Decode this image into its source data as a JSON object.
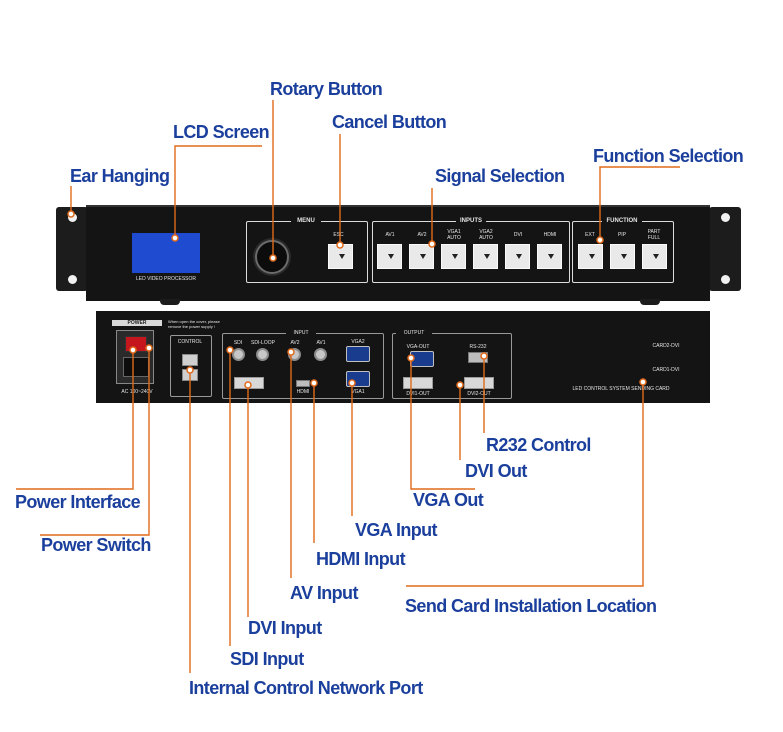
{
  "callouts": {
    "rotary_button": "Rotary Button",
    "lcd_screen": "LCD Screen",
    "cancel_button": "Cancel Button",
    "ear_hanging": "Ear Hanging",
    "signal_selection": "Signal Selection",
    "function_selection": "Function Selection",
    "r232_control": "R232 Control",
    "dvi_out": "DVI Out",
    "vga_out": "VGA Out",
    "power_interface": "Power Interface",
    "vga_input": "VGA Input",
    "power_switch": "Power Switch",
    "hdmi_input": "HDMI Input",
    "av_input": "AV Input",
    "send_card_location": "Send Card Installation Location",
    "dvi_input": "DVI Input",
    "sdi_input": "SDI Input",
    "internal_network_port": "Internal Control Network Port"
  },
  "front_panel": {
    "lcd_caption": "LED VIDEO PROCESSOR",
    "menu_label": "MENU",
    "esc_label": "ESC",
    "inputs_label": "INPUTS",
    "function_label": "FUNCTION",
    "input_keys": [
      "AV1",
      "AV2",
      "VGA1\nAUTO",
      "VGA2\nAUTO",
      "DVI",
      "HDMI"
    ],
    "function_keys": [
      "EXT",
      "PIP",
      "PART\nFULL"
    ]
  },
  "rear_panel": {
    "power_label": "POWER",
    "power_warning": "When open the cover, please remove the power supply !",
    "ac_label": "AC 100~240V",
    "control_label": "CONTROL",
    "input_label": "INPUT",
    "sdi_label": "SDI",
    "sdi_loop_label": "SDI-LOOP",
    "av2_label": "AV2",
    "av1_label": "AV1",
    "vga2_label": "VGA2",
    "vga1_label": "VGA1",
    "hdmi_label": "HDMI",
    "output_label": "OUTPUT",
    "vga_out_label": "VGA-OUT",
    "rs232_label": "RS-232",
    "dvi_out_label": "DVI1-OUT",
    "dvi2_out_label": "DVI2-OUT",
    "card_label": "LED CONTROL SYSTEM SENDING CARD",
    "card2_label": "CARD2-DVI",
    "card1_label": "CARD1-DVI"
  },
  "colors": {
    "callout_text": "#1b3f9c",
    "leader_line": "#e06a1b",
    "device": "#141414",
    "lcd": "#1f4bd0"
  }
}
